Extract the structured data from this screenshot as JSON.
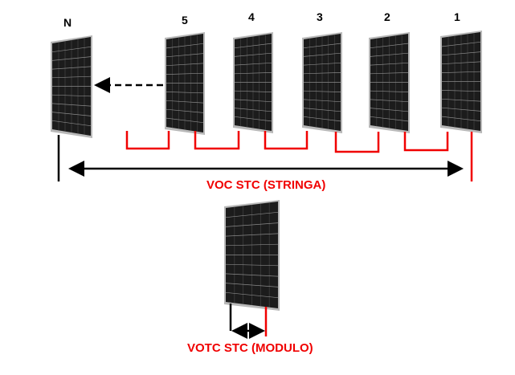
{
  "panels": [
    {
      "id": "N",
      "label": "N"
    },
    {
      "id": "5",
      "label": "5"
    },
    {
      "id": "4",
      "label": "4"
    },
    {
      "id": "3",
      "label": "3"
    },
    {
      "id": "2",
      "label": "2"
    },
    {
      "id": "1",
      "label": "1"
    }
  ],
  "string_label": "VOC STC (STRINGA)",
  "module_label": "VOTC STC (MODULO)",
  "colors": {
    "positive": "#f00000",
    "negative": "#000000",
    "cell": "#1c1c1c",
    "frame": "#b8b8b8"
  }
}
